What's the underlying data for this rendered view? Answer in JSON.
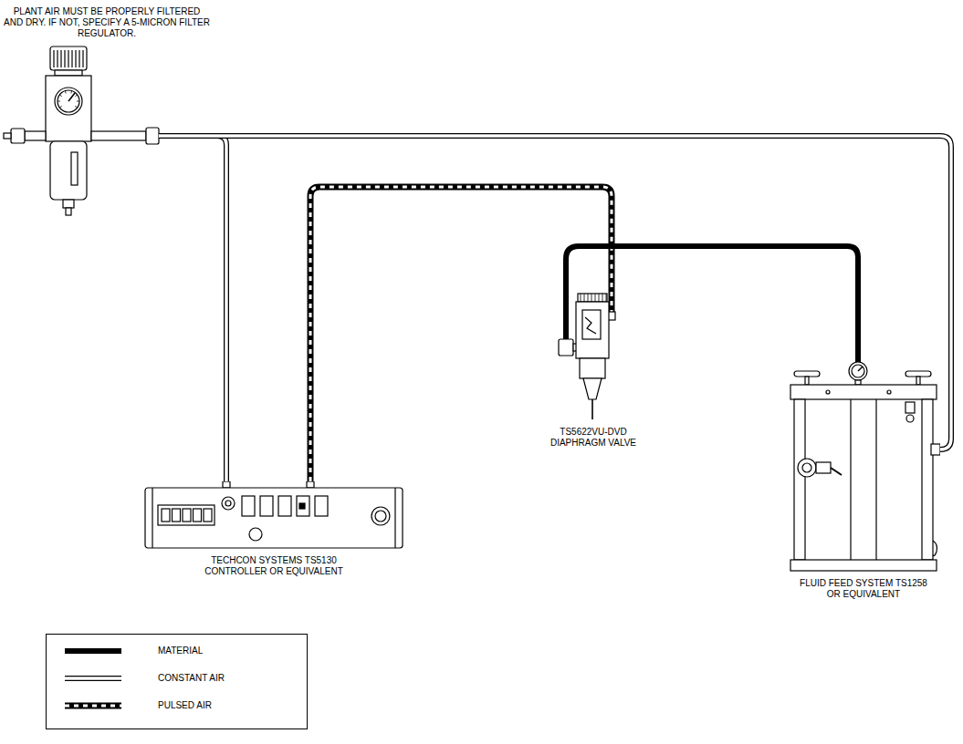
{
  "diagram": {
    "nodes": [
      {
        "text": [
          "PLANT AIR MUST BE PROPERLY FILTERED AND DRY. IF NOT, SPECIFY A 5-MICRON FILTER REGULATOR."
        ]
      },
      {
        "text": [
          "TECHCON SYSTEMS TS5130 CONTROLLER OR EQUIVALENT"
        ]
      },
      {
        "text": [
          "TS5622VU-DVD DIAPHRAGM VALVE"
        ]
      },
      {
        "text": [
          "FLUID FEED SYSTEM TS1258 OR EQUIVALENT"
        ]
      }
    ],
    "edges": [
      {
        "from": 0,
        "to": 1,
        "arrow": "none"
      },
      {
        "from": 0,
        "to": 3,
        "arrow": "none"
      },
      {
        "from": 1,
        "to": 2,
        "arrow": "none"
      },
      {
        "from": 3,
        "to": 2,
        "arrow": "none"
      }
    ],
    "legend": [
      {
        "text": "MATERIAL"
      },
      {
        "text": "CONSTANT AIR"
      },
      {
        "text": "PULSED AIR"
      }
    ]
  }
}
